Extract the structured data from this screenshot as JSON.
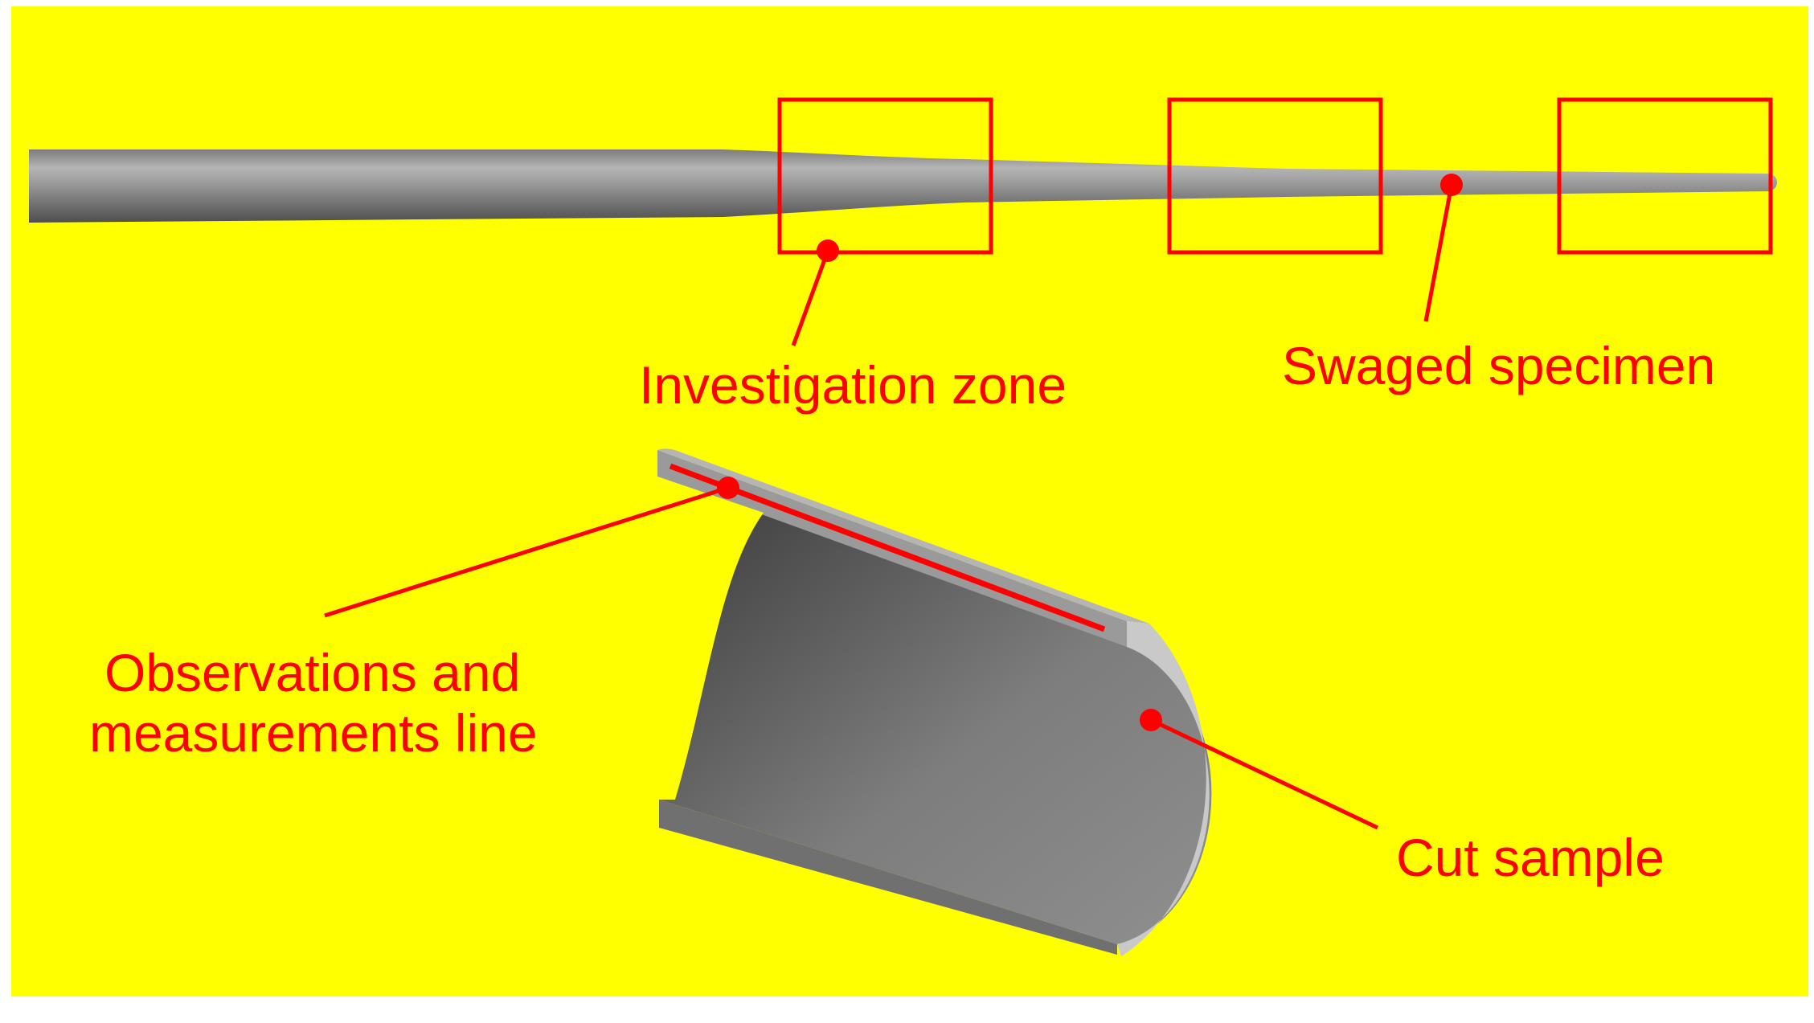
{
  "labels": {
    "investigation_zone": "Investigation zone",
    "swaged_specimen": "Swaged specimen",
    "observations_line_1": "Observations and",
    "observations_line_2": "measurements line",
    "cut_sample": "Cut sample"
  },
  "colors": {
    "background": "#ffff00",
    "annotation": "#ff0000",
    "metal_dark": "#5e5e5e",
    "metal_light": "#c8c8c8"
  }
}
